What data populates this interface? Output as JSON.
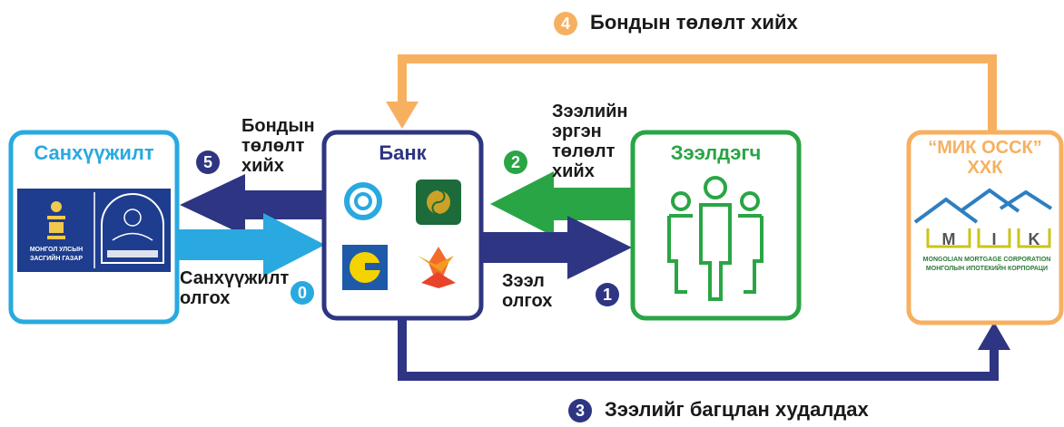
{
  "colors": {
    "navy": "#2e3582",
    "sky": "#29a9e0",
    "green": "#2aa545",
    "orange": "#f7b060",
    "text": "#1a1a1a"
  },
  "nodes": {
    "financing": {
      "title": "Санхүүжилт",
      "logo_text": "МОНГОЛ УЛСЫН ЗАСГИЙН ГАЗАР"
    },
    "bank": {
      "title": "Банк"
    },
    "borrower": {
      "title": "Зээлдэгч"
    },
    "mik": {
      "title_line1": "“МИК ОССК”",
      "title_line2": "ХХК",
      "logo_letters": [
        "M",
        "I",
        "K"
      ],
      "logo_text_line1": "MONGOLIAN MORTGAGE CORPORATION",
      "logo_text_line2": "МОНГОЛЫН ИПОТЕКИЙН КОРПОРАЦИ"
    }
  },
  "steps": {
    "s0": {
      "number": "0",
      "label_line1": "Санхүүжилт",
      "label_line2": "олгох"
    },
    "s1": {
      "number": "1",
      "label_line1": "Зээл",
      "label_line2": "олгох"
    },
    "s2": {
      "number": "2",
      "label_line1": "Зээлийн",
      "label_line2": "эргэн",
      "label_line3": "төлөлт",
      "label_line4": "хийх"
    },
    "s3": {
      "number": "3",
      "label": "Зээлийг багцлан худалдах"
    },
    "s4": {
      "number": "4",
      "label": "Бондын төлөлт хийх"
    },
    "s5": {
      "number": "5",
      "label_line1": "Бондын",
      "label_line2": "төлөлт",
      "label_line3": "хийх"
    }
  },
  "icons": [
    "mongolia-emblem-icon",
    "government-seal-icon",
    "bank-logo-blue-knot-icon",
    "bank-logo-green-leaf-icon",
    "bank-logo-g-icon",
    "bank-logo-orange-flower-icon",
    "people-group-icon",
    "house-roof-icon"
  ]
}
